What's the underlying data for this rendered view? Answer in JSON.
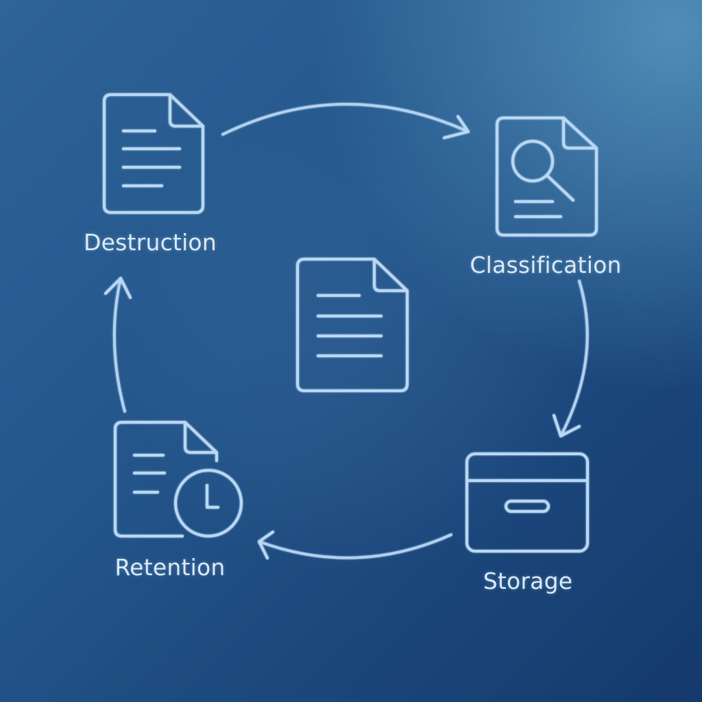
{
  "diagram": {
    "stages": {
      "destruction": {
        "label": "Destruction",
        "icon": "document-icon"
      },
      "classification": {
        "label": "Classification",
        "icon": "document-search-icon"
      },
      "storage": {
        "label": "Storage",
        "icon": "storage-box-icon"
      },
      "retention": {
        "label": "Retention",
        "icon": "document-clock-icon"
      }
    },
    "center": {
      "icon": "document-icon"
    },
    "flow": [
      "destruction",
      "classification",
      "storage",
      "retention",
      "destruction"
    ]
  },
  "colors": {
    "background_top": "#4f8db7",
    "background_bottom": "#153a6b",
    "stroke": "#b9d8f3",
    "text": "#dbeaf7"
  }
}
